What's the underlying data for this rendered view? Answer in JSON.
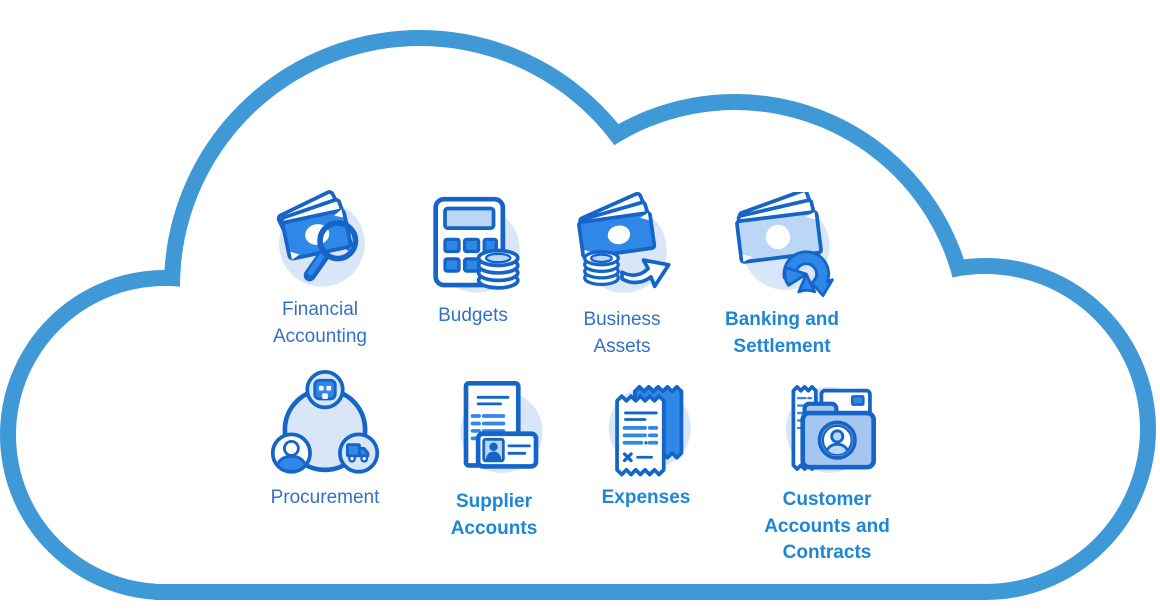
{
  "diagram": {
    "kind": "cloud-capability-map",
    "items": [
      {
        "label": "Financial Accounting",
        "icon": "banknotes-magnifier-icon"
      },
      {
        "label": "Budgets",
        "icon": "calculator-coins-icon"
      },
      {
        "label": "Business Assets",
        "icon": "banknote-coins-arrow-icon"
      },
      {
        "label": "Banking and Settlement",
        "icon": "banknote-piechart-icon"
      },
      {
        "label": "Procurement",
        "icon": "supplier-network-icon"
      },
      {
        "label": "Supplier Accounts",
        "icon": "invoice-idcard-icon"
      },
      {
        "label": "Expenses",
        "icon": "receipts-icon"
      },
      {
        "label": "Customer Accounts and Contracts",
        "icon": "customer-folder-icon"
      }
    ],
    "colors": {
      "cloud_stroke": "#3E99D6",
      "icon_line": "#1564C8",
      "icon_mid": "#2F87E8",
      "icon_light": "#BCD7F6",
      "icon_bg": "#D9E6F8",
      "icon_folder": "#A6C6F2",
      "label_a": "#3470C8",
      "label_b": "#1E86D6"
    }
  }
}
